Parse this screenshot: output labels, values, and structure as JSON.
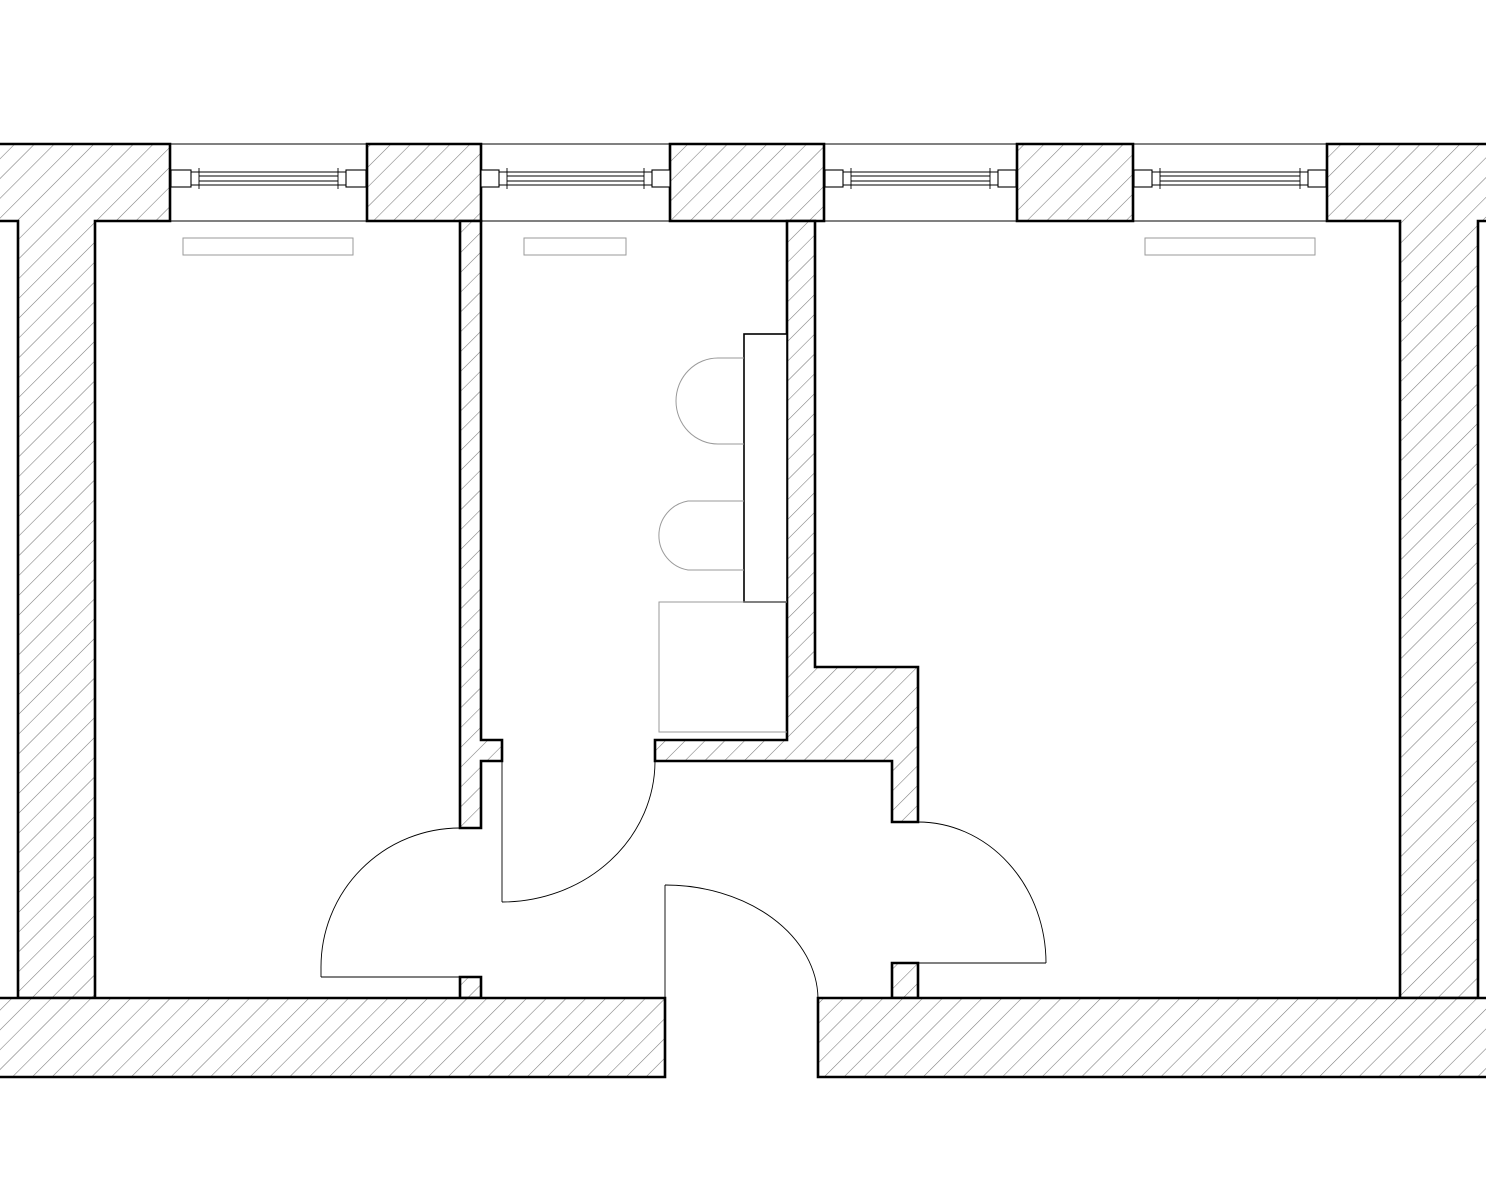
{
  "colors": {
    "background": "#ffffff",
    "line": "#000000",
    "hatch": "#7a7a7a",
    "fixture": "#9a9a9a"
  },
  "diagram": {
    "type": "architectural-floor-plan",
    "text_labels": [],
    "rooms": [
      {
        "id": "left-room"
      },
      {
        "id": "middle-bathroom"
      },
      {
        "id": "right-room"
      },
      {
        "id": "hall"
      }
    ],
    "windows": [
      {
        "id": "window-1"
      },
      {
        "id": "window-2"
      },
      {
        "id": "window-3"
      },
      {
        "id": "window-4"
      }
    ],
    "radiators": [
      {
        "id": "radiator-left-room"
      },
      {
        "id": "radiator-bathroom"
      },
      {
        "id": "radiator-right-room"
      }
    ],
    "doors": [
      {
        "id": "door-left-room",
        "swing": "arc"
      },
      {
        "id": "door-bathroom",
        "swing": "arc"
      },
      {
        "id": "door-entrance",
        "swing": "arc"
      },
      {
        "id": "door-right-room",
        "swing": "arc"
      }
    ],
    "fixtures": [
      {
        "id": "toilet",
        "icon": "toilet-icon"
      },
      {
        "id": "sink",
        "icon": "sink-icon"
      },
      {
        "id": "shower-tray",
        "icon": "shower-icon"
      },
      {
        "id": "wall-counter"
      }
    ]
  }
}
